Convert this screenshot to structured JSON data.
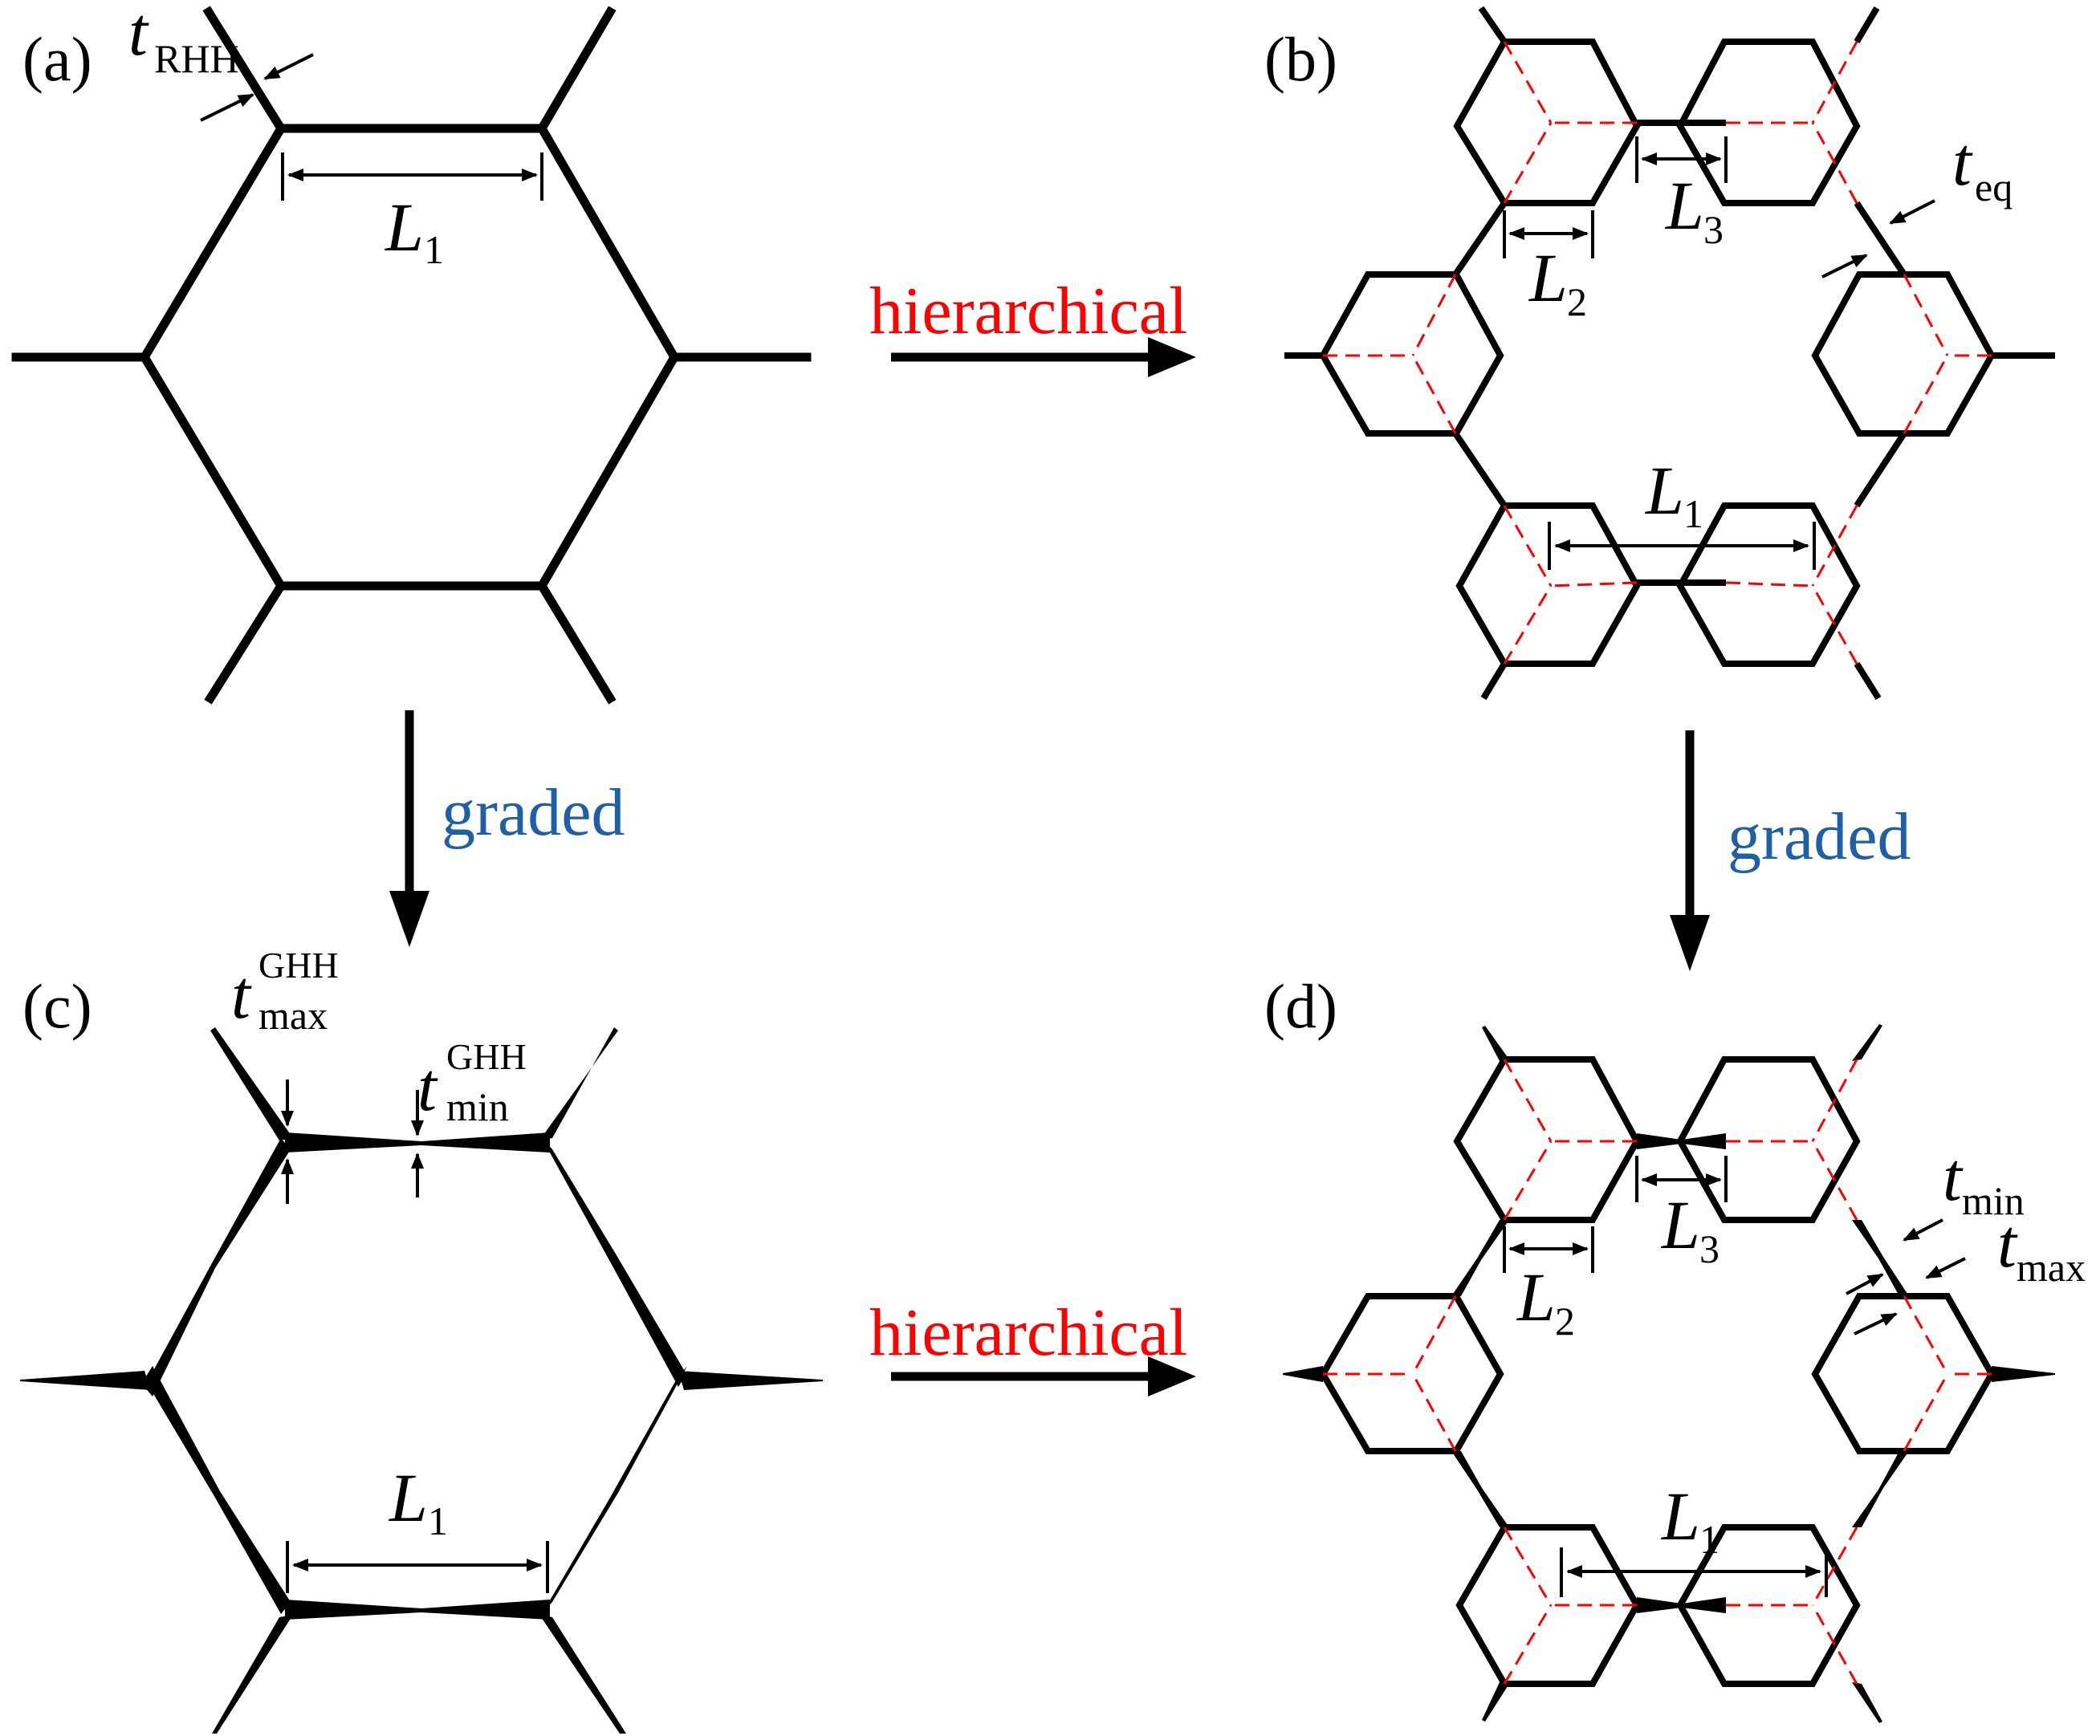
{
  "panels": {
    "a": "(a)",
    "b": "(b)",
    "c": "(c)",
    "d": "(d)"
  },
  "arrows": {
    "hierarchical_top": "hierarchical",
    "hierarchical_bottom": "hierarchical",
    "graded_left": "graded",
    "graded_right": "graded"
  },
  "labels": {
    "t": "t",
    "L": "L",
    "rhh": "RHH",
    "eq": "eq",
    "ghh": "GHH",
    "max": "max",
    "min": "min",
    "n1": "1",
    "n2": "2",
    "n3": "3"
  },
  "colors": {
    "hierarchical": "#ff0000",
    "graded": "#1f5fa8",
    "red_dash": "#ff0000",
    "line": "#000000"
  }
}
